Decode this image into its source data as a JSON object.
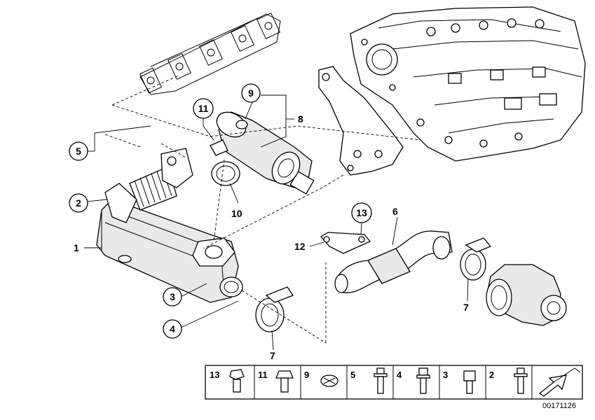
{
  "diagram": {
    "callouts": [
      {
        "id": "c1",
        "label": "1",
        "circled": false
      },
      {
        "id": "c2",
        "label": "2",
        "circled": true
      },
      {
        "id": "c3",
        "label": "3",
        "circled": true
      },
      {
        "id": "c4",
        "label": "4",
        "circled": true
      },
      {
        "id": "c5",
        "label": "5",
        "circled": true
      },
      {
        "id": "c6",
        "label": "6",
        "circled": false
      },
      {
        "id": "c7a",
        "label": "7",
        "circled": false
      },
      {
        "id": "c7b",
        "label": "7",
        "circled": false
      },
      {
        "id": "c8",
        "label": "8",
        "circled": false
      },
      {
        "id": "c9",
        "label": "9",
        "circled": true
      },
      {
        "id": "c10",
        "label": "10",
        "circled": false
      },
      {
        "id": "c11",
        "label": "11",
        "circled": true
      },
      {
        "id": "c12",
        "label": "12",
        "circled": false
      },
      {
        "id": "c13",
        "label": "13",
        "circled": true
      }
    ],
    "legend": {
      "cells": [
        "13",
        "11",
        "9",
        "5",
        "4",
        "3",
        "2"
      ]
    },
    "reference": "00171126"
  }
}
